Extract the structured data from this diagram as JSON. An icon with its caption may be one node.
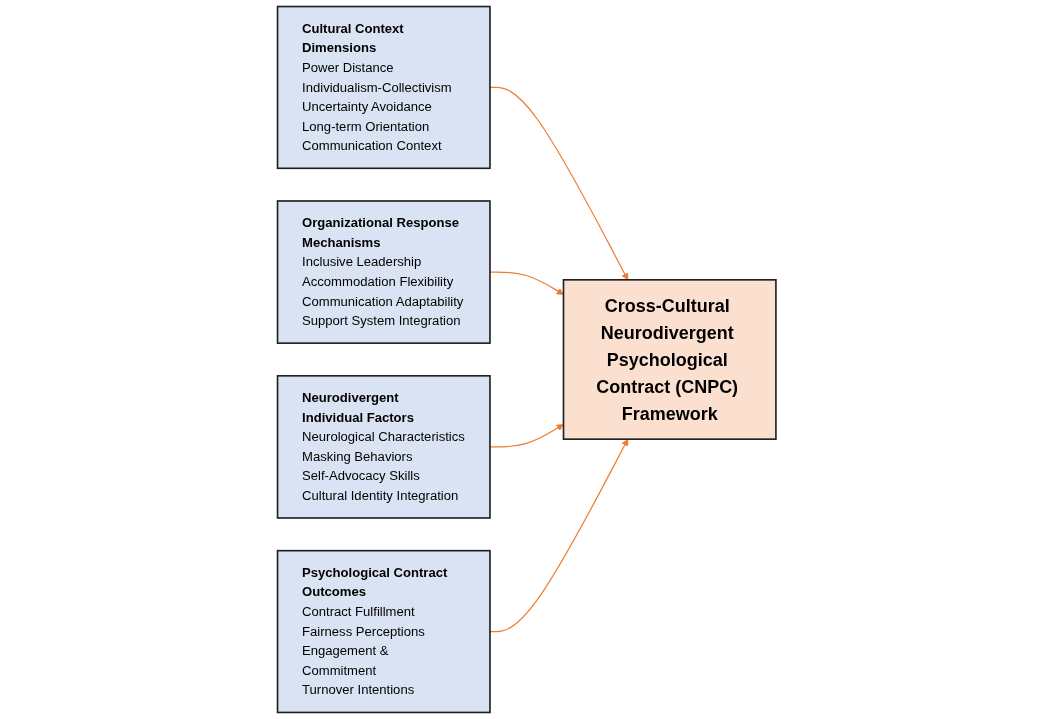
{
  "diagram": {
    "nodes": [
      {
        "text": [
          "Cultural Context Dimensions",
          "Power Distance",
          "Individualism-Collectivism",
          "Uncertainty Avoidance",
          "Long-term Orientation",
          "Communication Context"
        ]
      },
      {
        "text": [
          "Organizational Response Mechanisms",
          "Inclusive Leadership",
          "Accommodation Flexibility",
          "Communication Adaptability",
          "Support System Integration"
        ]
      },
      {
        "text": [
          "Cross-Cultural Neurodivergent Psychological Contract (CNPC) Framework"
        ]
      },
      {
        "text": [
          "Neurodivergent Individual Factors",
          "Neurological Characteristics",
          "Masking Behaviors",
          "Self-Advocacy Skills",
          "Cultural Identity Integration"
        ]
      },
      {
        "text": [
          "Psychological Contract Outcomes",
          "Contract Fulfillment",
          "Fairness Perceptions",
          "Engagement & Commitment",
          "Turnover Intentions"
        ]
      }
    ],
    "edges": [
      {
        "from": 0,
        "to": 2,
        "arrow": "to"
      },
      {
        "from": 1,
        "to": 2,
        "arrow": "to"
      },
      {
        "from": 3,
        "to": 2,
        "arrow": "to"
      },
      {
        "from": 4,
        "to": 2,
        "arrow": "to"
      }
    ]
  }
}
